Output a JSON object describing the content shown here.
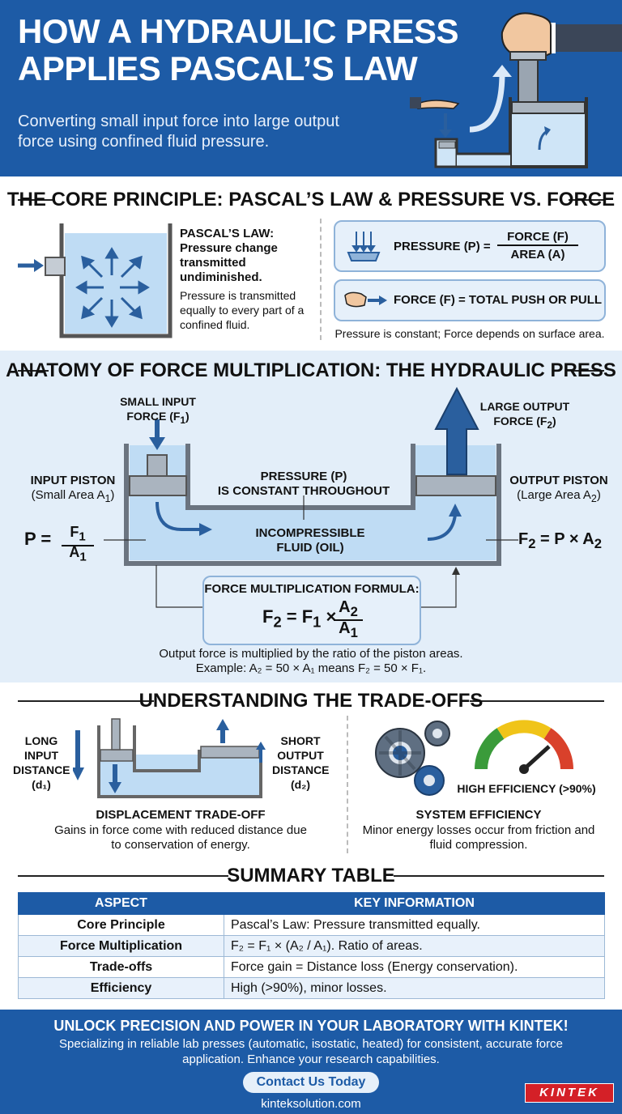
{
  "header": {
    "title_line1": "HOW A HYDRAULIC PRESS",
    "title_line2": "APPLIES PASCAL’S LAW",
    "subtitle": "Converting small input force into large output force using confined fluid pressure."
  },
  "core": {
    "title": "THE CORE PRINCIPLE: PASCAL’S LAW & PRESSURE VS. FORCE",
    "law_heading": "PASCAL’S LAW:",
    "law_bold": "Pressure change transmitted undiminished.",
    "law_text": "Pressure is transmitted equally to every part of a confined fluid.",
    "pressure_label": "PRESSURE (P) =",
    "pressure_num": "FORCE (F)",
    "pressure_den": "AREA (A)",
    "force_label": "FORCE (F) = TOTAL PUSH OR PULL",
    "note": "Pressure is constant; Force depends on surface area."
  },
  "anatomy": {
    "title": "ANATOMY OF FORCE MULTIPLICATION: THE HYDRAULIC PRESS",
    "small_input_1": "SMALL INPUT",
    "small_input_2": "FORCE (F",
    "large_output_1": "LARGE OUTPUT",
    "large_output_2": "FORCE (F",
    "input_piston_1": "INPUT PISTON",
    "input_piston_2": "(Small Area A",
    "output_piston_1": "OUTPUT PISTON",
    "output_piston_2": "(Large Area A",
    "pressure_1": "PRESSURE (P)",
    "pressure_2": "IS CONSTANT THROUGHOUT",
    "fluid_1": "INCOMPRESSIBLE",
    "fluid_2": "FLUID (OIL)",
    "formula_title": "FORCE MULTIPLICATION FORMULA:",
    "caption_1": "Output force is multiplied by the ratio of the piston areas.",
    "caption_2": "Example: A₂ = 50 × A₁ means F₂ = 50 × F₁."
  },
  "tradeoffs": {
    "title": "UNDERSTANDING THE TRADE-OFFS",
    "long_1": "LONG",
    "long_2": "INPUT",
    "long_3": "DISTANCE",
    "long_4": "(d₁)",
    "short_1": "SHORT",
    "short_2": "OUTPUT",
    "short_3": "DISTANCE",
    "short_4": "(d₂)",
    "disp_title": "DISPLACEMENT TRADE-OFF",
    "disp_text": "Gains in force come with reduced distance due to conservation of energy.",
    "eff_label": "HIGH EFFICIENCY (>90%)",
    "eff_level": 0.9,
    "eff_title": "SYSTEM EFFICIENCY",
    "eff_text": "Minor energy losses occur from friction and fluid compression."
  },
  "summary": {
    "title": "SUMMARY TABLE",
    "col1": "ASPECT",
    "col2": "KEY INFORMATION",
    "rows": [
      {
        "aspect": "Core Principle",
        "info": "Pascal’s Law: Pressure transmitted equally."
      },
      {
        "aspect": "Force Multiplication",
        "info": "F₂ = F₁ × (A₂ / A₁). Ratio of areas."
      },
      {
        "aspect": "Trade-offs",
        "info": "Force gain = Distance loss (Energy conservation)."
      },
      {
        "aspect": "Efficiency",
        "info": "High (>90%), minor losses."
      }
    ]
  },
  "footer": {
    "headline": "UNLOCK PRECISION AND POWER IN YOUR LABORATORY WITH KINTEK!",
    "text": "Specializing in reliable lab presses (automatic, isostatic, heated) for consistent, accurate force application. Enhance your research capabilities.",
    "button": "Contact Us Today",
    "url": "kinteksolution.com",
    "logo": "KINTEK"
  },
  "colors": {
    "brand_blue": "#1d5ba6",
    "fluid": "#bfdcf4",
    "arrow": "#2a5f9e",
    "logo_red": "#d42027"
  }
}
